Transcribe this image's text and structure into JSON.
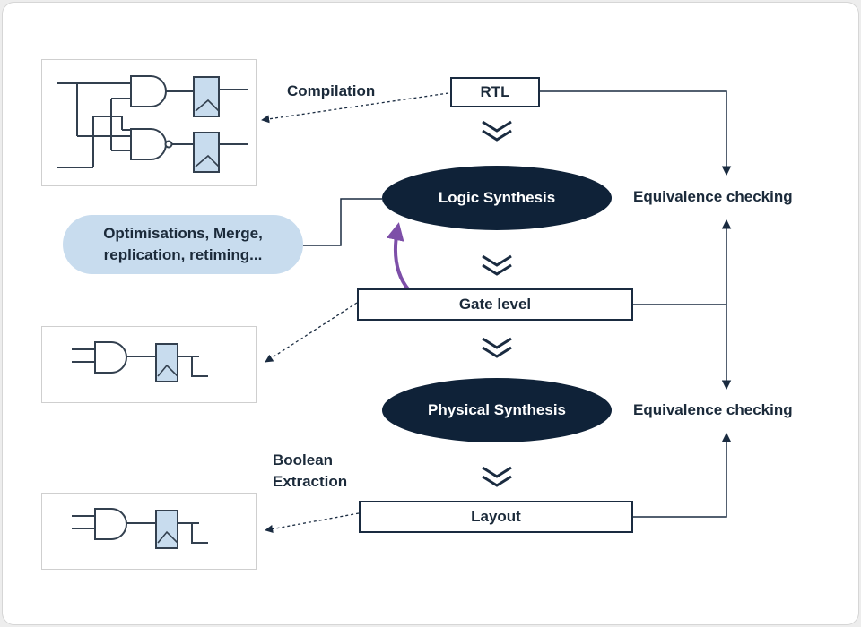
{
  "nodes": {
    "rtl": "RTL",
    "logic_synthesis": "Logic Synthesis",
    "gate_level": "Gate level",
    "physical_synthesis": "Physical Synthesis",
    "layout": "Layout"
  },
  "labels": {
    "compilation": "Compilation",
    "boolean_extraction_line1": "Boolean",
    "boolean_extraction_line2": "Extraction",
    "equivalence_checking_top": "Equivalence checking",
    "equivalence_checking_bottom": "Equivalence checking"
  },
  "optimisations": {
    "line1": "Optimisations, Merge,",
    "line2": "replication, retiming..."
  },
  "colors": {
    "dark_navy": "#0f2238",
    "box_border": "#1a2b40",
    "pill_bg": "#c8dcee",
    "feedback_arrow": "#7d4fa8",
    "flipflop_fill": "#c8dcee"
  }
}
